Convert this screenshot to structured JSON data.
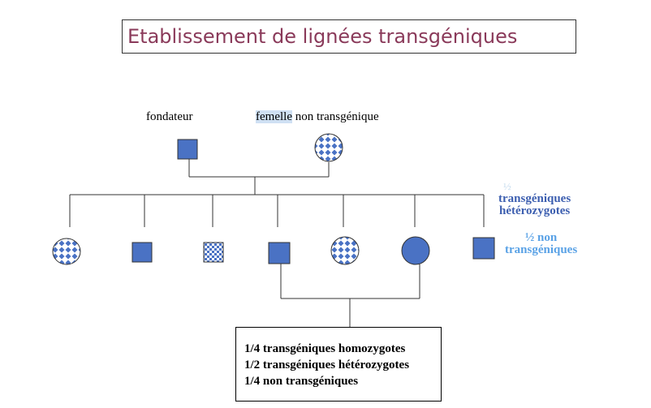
{
  "title": "Etablissement de lignées transgéniques",
  "parents": {
    "father_label": "fondateur",
    "mother_label_highlight": "femelle",
    "mother_label_rest": " non transgénique"
  },
  "legend": {
    "transgenic_fraction": "½",
    "transgenic_line1": "transgéniques",
    "transgenic_line2": "hétérozygotes",
    "nontransgenic_line1": "½ non",
    "nontransgenic_line2": "transgéniques"
  },
  "result": {
    "line1": "1/4 transgéniques homozygotes",
    "line2": "1/2 transgéniques hétérozygotes",
    "line3": "1/4 non transgéniques"
  },
  "colors": {
    "title": "#8a3a5a",
    "fill_blue": "#4a72c4",
    "pattern_light": "#9fd6f2",
    "legend_dark_blue": "#3d5fb0",
    "legend_light_blue": "#5aa2e6",
    "fraction_faint": "#c6dcef"
  }
}
